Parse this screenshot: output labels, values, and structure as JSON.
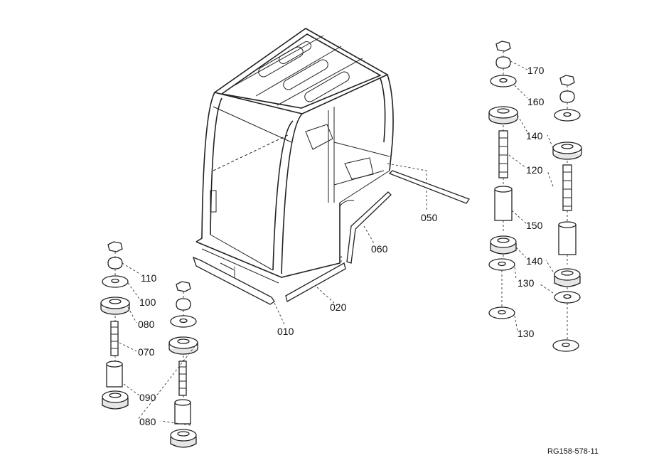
{
  "labels": {
    "p010": "010",
    "p020": "020",
    "p050": "050",
    "p060": "060",
    "p070": "070",
    "p080a": "080",
    "p080b": "080",
    "p090": "090",
    "p100": "100",
    "p110": "110",
    "p120": "120",
    "p130a": "130",
    "p130b": "130",
    "p140a": "140",
    "p140b": "140",
    "p150": "150",
    "p160": "160",
    "p170": "170"
  },
  "reference_code": "RG158-578-11"
}
